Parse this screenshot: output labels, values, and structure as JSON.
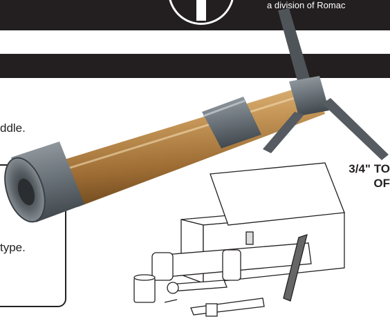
{
  "header": {
    "division_text": "a division of Romac"
  },
  "body_text": {
    "saddle_fragment": "ddle.",
    "type_fragment": "type."
  },
  "size_label": {
    "line1": "3/4\" TO",
    "line2": "OF"
  },
  "colors": {
    "dark_band": "#231f20",
    "brass": "#c99a5b",
    "cap_gray": "#6e767d"
  },
  "icons": {
    "tapping_tool": "tapping-machine-icon",
    "tool_box": "toolbox-icon"
  }
}
